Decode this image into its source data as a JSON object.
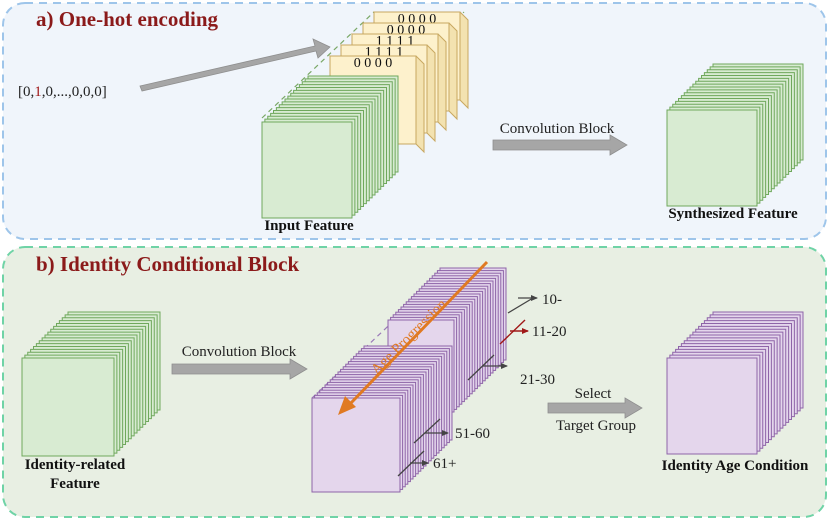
{
  "panel_a": {
    "title": "a) One-hot encoding",
    "vector_prefix": "[0,",
    "vector_hot": "1",
    "vector_suffix": ",0,...,0,0,0]",
    "plane_bits": [
      "0",
      "1",
      "1",
      "0",
      "0"
    ],
    "conv_label": "Convolution Block",
    "input_label": "Input Feature",
    "output_label": "Synthesized Feature"
  },
  "panel_b": {
    "title": "b) Identity Conditional Block",
    "conv_label": "Convolution Block",
    "input_label_line1": "Identity-related",
    "input_label_line2": "Feature",
    "age_progression": "Age Progression",
    "groups": [
      "10-",
      "11-20",
      "21-30",
      "51-60",
      "61+"
    ],
    "selected_group": "11-20",
    "select_label_line1": "Select",
    "select_label_line2": "Target Group",
    "output_label": "Identity Age Condition"
  },
  "colors": {
    "panel_a_border": "#9ec5ea",
    "panel_a_fill": "#f0f5fb",
    "panel_b_border": "#6fd3a6",
    "panel_b_fill": "#e8efe3",
    "title": "#8b1a1a",
    "green_front": "#d8ebd2",
    "green_edge": "#6fa85c",
    "purple_front": "#e4d6ec",
    "purple_edge": "#8e64a8",
    "yellow_front": "#fdf1cc",
    "yellow_edge": "#c8a860",
    "highlight": "#a01818",
    "age_arrow": "#e07a22",
    "arrow": "#a6a6a6"
  }
}
